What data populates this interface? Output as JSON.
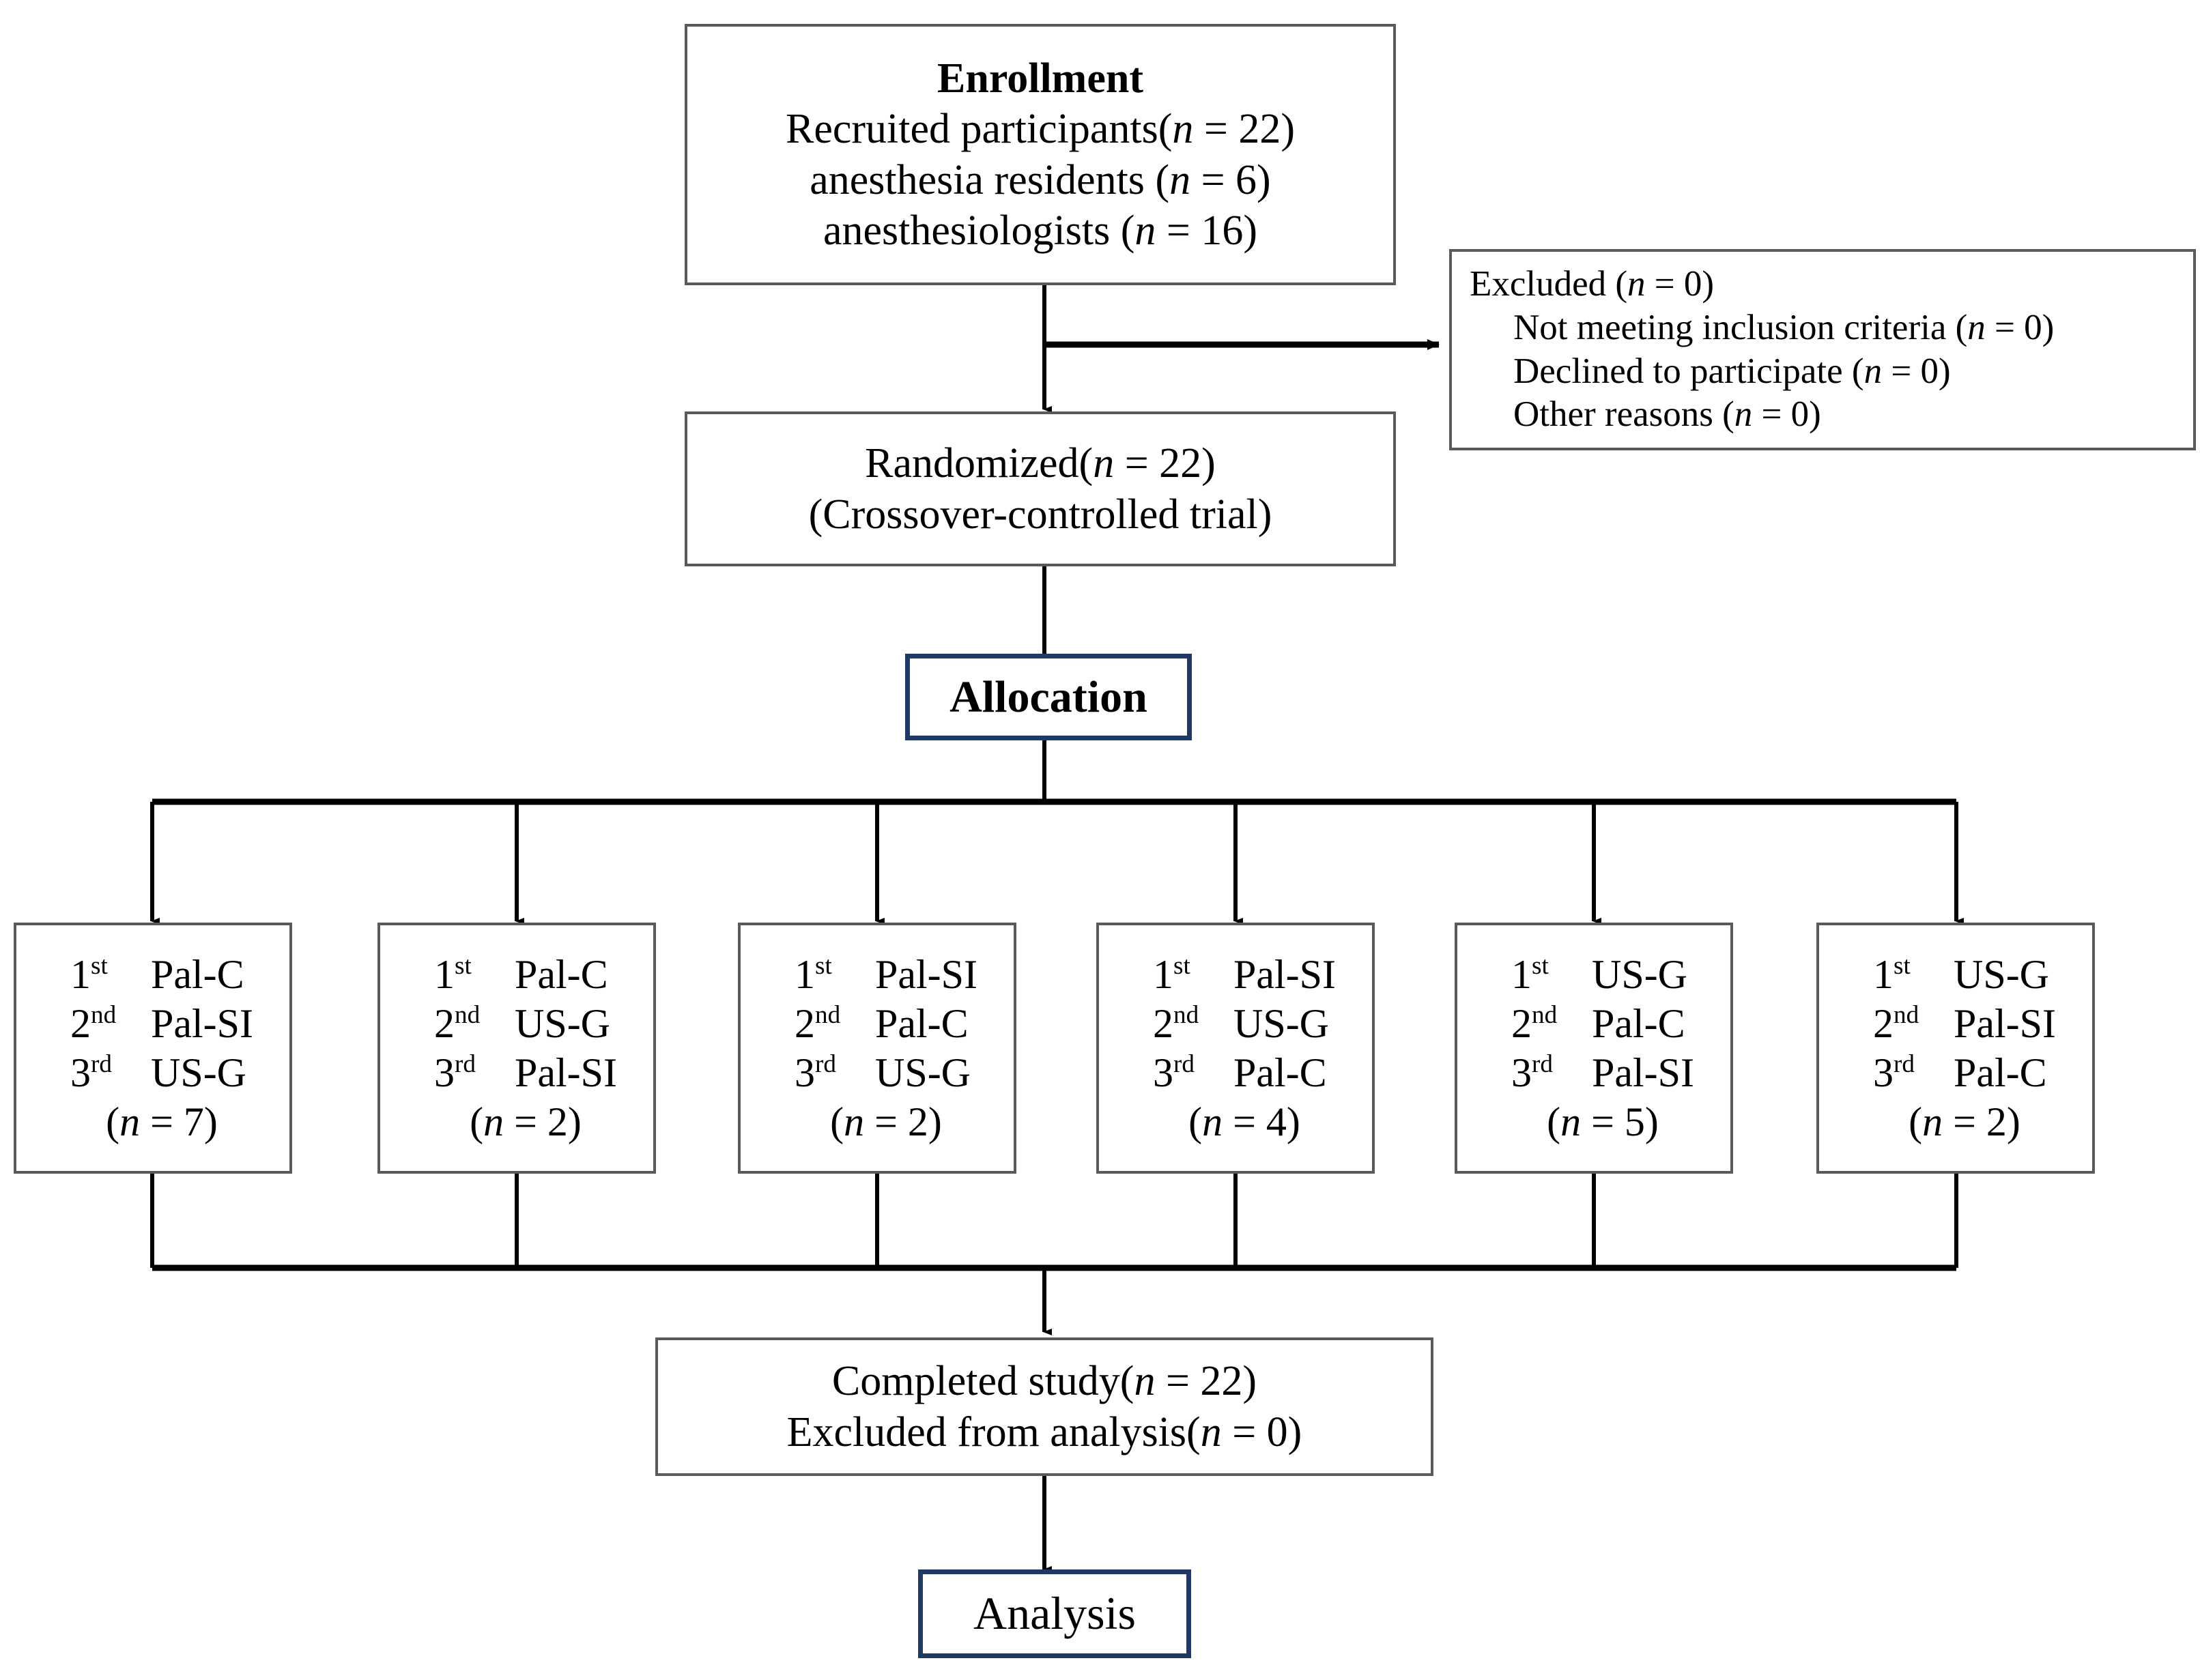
{
  "diagram": {
    "title": "CONSORT participant flow diagram",
    "accent_navy": "#1f3864",
    "box_border_gray": "#5a5a5a"
  },
  "enrollment": {
    "heading": "Enrollment",
    "lines": [
      "Recruited participants(n = 22)",
      "anesthesia residents (n = 6)",
      "anesthesiologists (n = 16)"
    ]
  },
  "excluded": {
    "heading": "Excluded (n = 0)",
    "reasons": [
      "Not meeting inclusion criteria (n = 0)",
      "Declined to participate (n = 0)",
      "Other reasons (n = 0)"
    ]
  },
  "randomized": {
    "lines": [
      "Randomized(n = 22)",
      "(Crossover-controlled trial)"
    ]
  },
  "allocation": {
    "label": "Allocation"
  },
  "groups": [
    {
      "sequence": [
        {
          "order": "1",
          "suffix": "st",
          "arm": "Pal-C"
        },
        {
          "order": "2",
          "suffix": "nd",
          "arm": "Pal-SI"
        },
        {
          "order": "3",
          "suffix": "rd",
          "arm": "US-G"
        }
      ],
      "n_label": "(n = 7)",
      "n": 7
    },
    {
      "sequence": [
        {
          "order": "1",
          "suffix": "st",
          "arm": "Pal-C"
        },
        {
          "order": "2",
          "suffix": "nd",
          "arm": "US-G"
        },
        {
          "order": "3",
          "suffix": "rd",
          "arm": "Pal-SI"
        }
      ],
      "n_label": "(n = 2)",
      "n": 2
    },
    {
      "sequence": [
        {
          "order": "1",
          "suffix": "st",
          "arm": "Pal-SI"
        },
        {
          "order": "2",
          "suffix": "nd",
          "arm": "Pal-C"
        },
        {
          "order": "3",
          "suffix": "rd",
          "arm": "US-G"
        }
      ],
      "n_label": "(n = 2)",
      "n": 2
    },
    {
      "sequence": [
        {
          "order": "1",
          "suffix": "st",
          "arm": "Pal-SI"
        },
        {
          "order": "2",
          "suffix": "nd",
          "arm": "US-G"
        },
        {
          "order": "3",
          "suffix": "rd",
          "arm": "Pal-C"
        }
      ],
      "n_label": "(n = 4)",
      "n": 4
    },
    {
      "sequence": [
        {
          "order": "1",
          "suffix": "st",
          "arm": "US-G"
        },
        {
          "order": "2",
          "suffix": "nd",
          "arm": "Pal-C"
        },
        {
          "order": "3",
          "suffix": "rd",
          "arm": "Pal-SI"
        }
      ],
      "n_label": "(n = 5)",
      "n": 5
    },
    {
      "sequence": [
        {
          "order": "1",
          "suffix": "st",
          "arm": "US-G"
        },
        {
          "order": "2",
          "suffix": "nd",
          "arm": "Pal-SI"
        },
        {
          "order": "3",
          "suffix": "rd",
          "arm": "Pal-C"
        }
      ],
      "n_label": "(n = 2)",
      "n": 2
    }
  ],
  "completed": {
    "lines": [
      "Completed study(n = 22)",
      "Excluded from analysis(n = 0)"
    ]
  },
  "analysis": {
    "label": "Analysis"
  }
}
